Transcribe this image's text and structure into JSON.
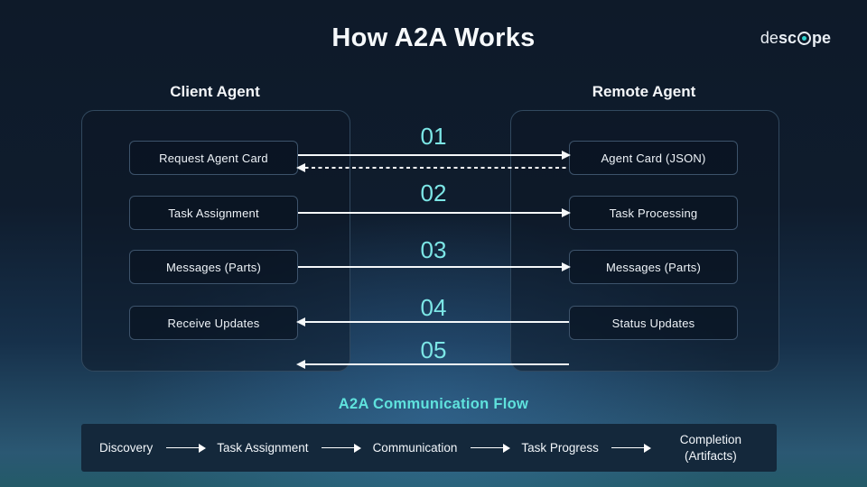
{
  "title": "How A2A Works",
  "logo": {
    "part1": "de",
    "part2": "sc",
    "part3": "pe"
  },
  "client": {
    "title": "Client Agent",
    "boxes": [
      "Request Agent Card",
      "Task Assignment",
      "Messages (Parts)",
      "Receive Updates"
    ]
  },
  "remote": {
    "title": "Remote Agent",
    "boxes": [
      "Agent Card (JSON)",
      "Task Processing",
      "Messages (Parts)",
      "Status Updates"
    ]
  },
  "steps": [
    {
      "number": "01",
      "direction": "right",
      "dashed_return": true
    },
    {
      "number": "02",
      "direction": "right",
      "dashed_return": false
    },
    {
      "number": "03",
      "direction": "right",
      "dashed_return": false
    },
    {
      "number": "04",
      "direction": "left",
      "dashed_return": false
    },
    {
      "number": "05",
      "direction": "left",
      "dashed_return": false
    }
  ],
  "flow": {
    "title": "A2A Communication Flow",
    "stages": [
      "Discovery",
      "Task Assignment",
      "Communication",
      "Task Progress",
      "Completion (Artifacts)"
    ]
  },
  "colors": {
    "accent_teal": "#7ce6e6",
    "flow_title_teal": "#5fe2dd",
    "logo_dot_teal": "#2fd4cf",
    "arrow_white": "#f5f8fa",
    "panel_border": "#31485e",
    "box_border": "#3d536b",
    "bar_fill": "#14283b"
  }
}
